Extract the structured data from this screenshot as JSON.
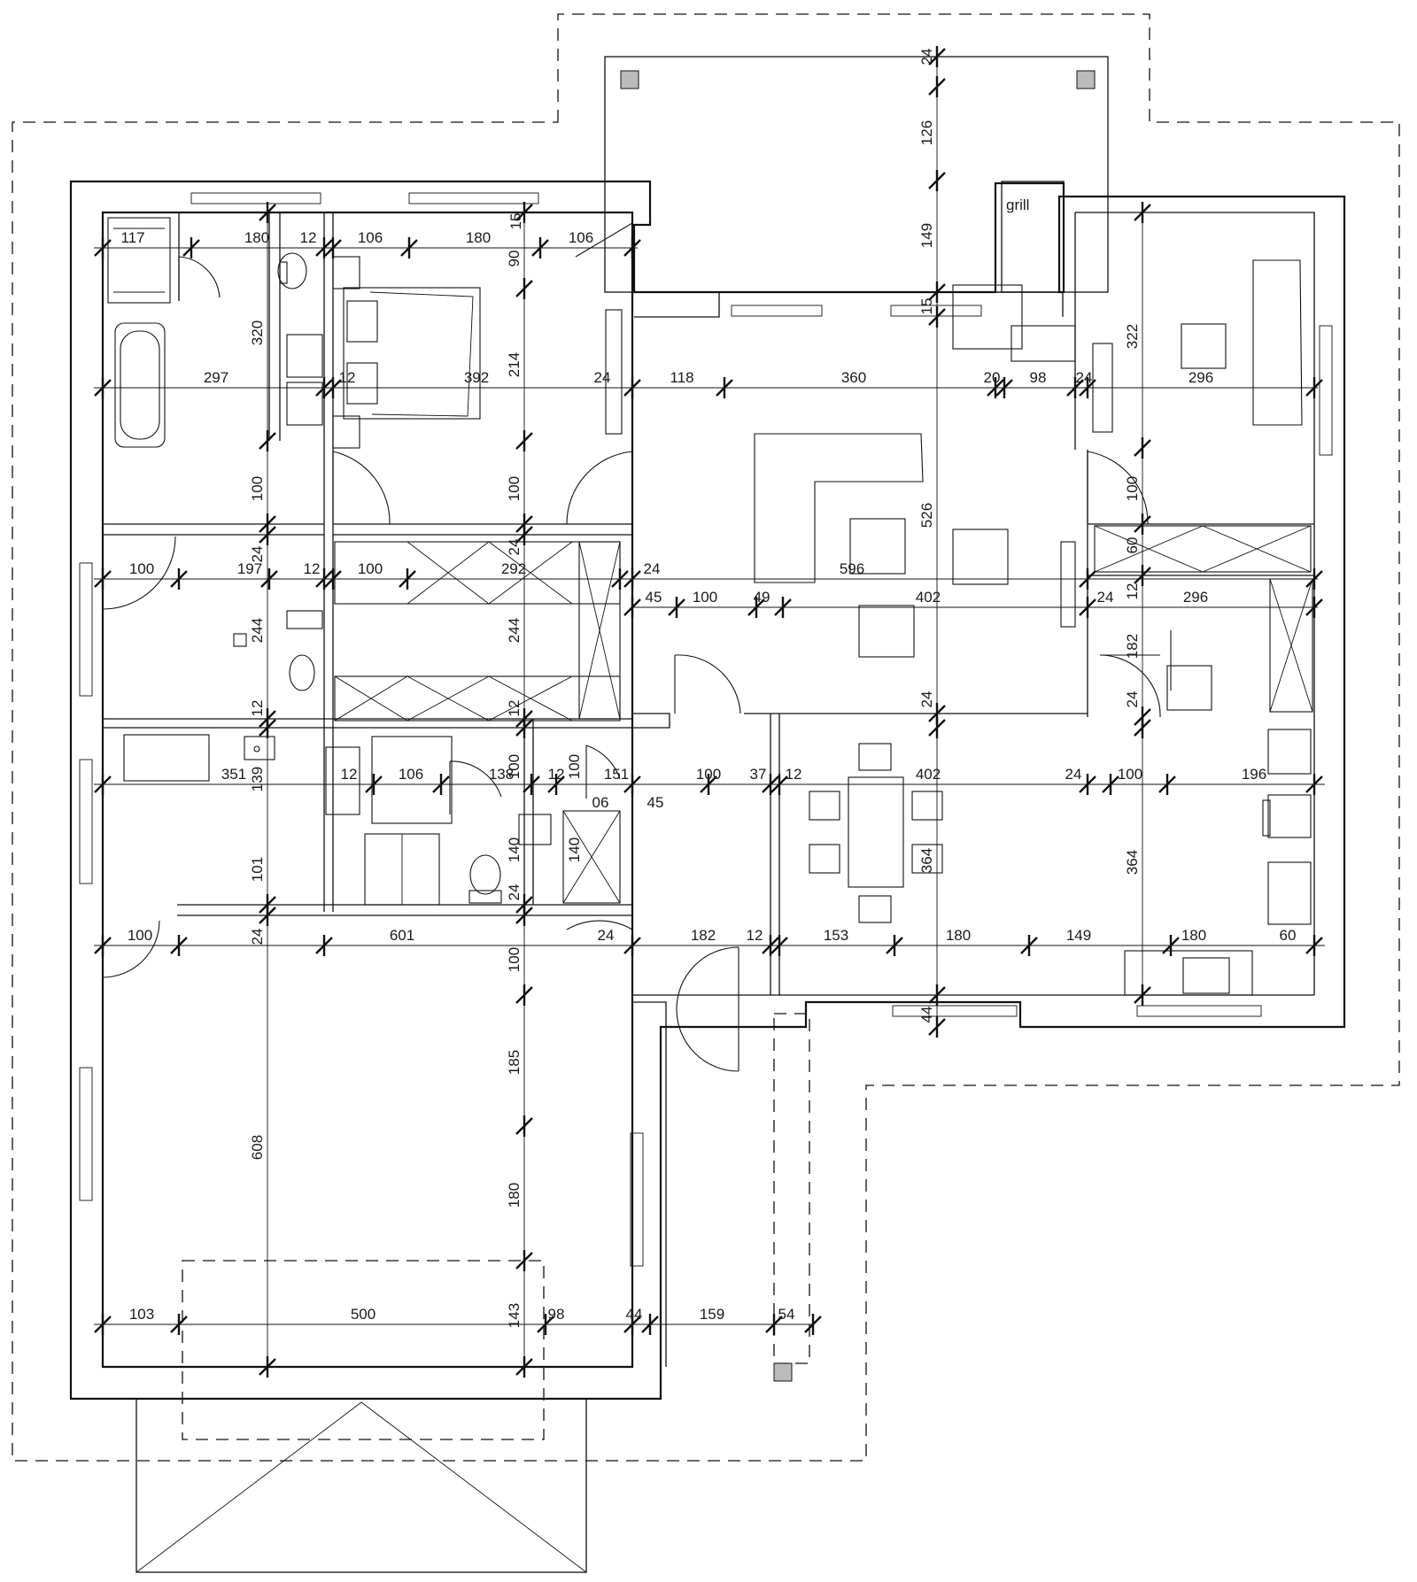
{
  "labels": {
    "grill": "grill"
  },
  "dimensions_horizontal": [
    {
      "t": "117"
    },
    {
      "t": "180"
    },
    {
      "t": "12"
    },
    {
      "t": "106"
    },
    {
      "t": "180"
    },
    {
      "t": "106"
    },
    {
      "t": "297"
    },
    {
      "t": "12"
    },
    {
      "t": "392"
    },
    {
      "t": "24"
    },
    {
      "t": "118"
    },
    {
      "t": "360"
    },
    {
      "t": "20"
    },
    {
      "t": "98"
    },
    {
      "t": "24"
    },
    {
      "t": "296"
    },
    {
      "t": "100"
    },
    {
      "t": "197"
    },
    {
      "t": "12"
    },
    {
      "t": "100"
    },
    {
      "t": "292"
    },
    {
      "t": "24"
    },
    {
      "t": "596"
    },
    {
      "t": "45"
    },
    {
      "t": "100"
    },
    {
      "t": "49"
    },
    {
      "t": "402"
    },
    {
      "t": "24"
    },
    {
      "t": "296"
    },
    {
      "t": "351"
    },
    {
      "t": "12"
    },
    {
      "t": "106"
    },
    {
      "t": "138"
    },
    {
      "t": "12"
    },
    {
      "t": "151"
    },
    {
      "t": "100"
    },
    {
      "t": "37"
    },
    {
      "t": "12"
    },
    {
      "t": "402"
    },
    {
      "t": "24"
    },
    {
      "t": "100"
    },
    {
      "t": "196"
    },
    {
      "t": "06"
    },
    {
      "t": "45"
    },
    {
      "t": "100"
    },
    {
      "t": "601"
    },
    {
      "t": "24"
    },
    {
      "t": "182"
    },
    {
      "t": "12"
    },
    {
      "t": "153"
    },
    {
      "t": "180"
    },
    {
      "t": "149"
    },
    {
      "t": "180"
    },
    {
      "t": "60"
    },
    {
      "t": "103"
    },
    {
      "t": "500"
    },
    {
      "t": "98"
    },
    {
      "t": "44"
    },
    {
      "t": "159"
    },
    {
      "t": "54"
    }
  ],
  "dimensions_vertical": [
    {
      "t": "24"
    },
    {
      "t": "126"
    },
    {
      "t": "149"
    },
    {
      "t": "15"
    },
    {
      "t": "90"
    },
    {
      "t": "15"
    },
    {
      "t": "320"
    },
    {
      "t": "214"
    },
    {
      "t": "322"
    },
    {
      "t": "100"
    },
    {
      "t": "100"
    },
    {
      "t": "100"
    },
    {
      "t": "24"
    },
    {
      "t": "24"
    },
    {
      "t": "526"
    },
    {
      "t": "60"
    },
    {
      "t": "12"
    },
    {
      "t": "244"
    },
    {
      "t": "244"
    },
    {
      "t": "182"
    },
    {
      "t": "12"
    },
    {
      "t": "12"
    },
    {
      "t": "24"
    },
    {
      "t": "24"
    },
    {
      "t": "139"
    },
    {
      "t": "100"
    },
    {
      "t": "100"
    },
    {
      "t": "101"
    },
    {
      "t": "140"
    },
    {
      "t": "140"
    },
    {
      "t": "364"
    },
    {
      "t": "364"
    },
    {
      "t": "24"
    },
    {
      "t": "24"
    },
    {
      "t": "100"
    },
    {
      "t": "44"
    },
    {
      "t": "185"
    },
    {
      "t": "608"
    },
    {
      "t": "180"
    },
    {
      "t": "143"
    }
  ]
}
